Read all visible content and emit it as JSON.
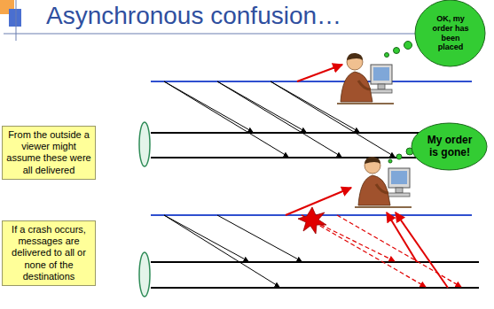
{
  "diagram": {
    "title": "Asynchronous confusion…",
    "nodes": [
      {
        "text": [
          "OK, my order has been placed"
        ]
      },
      {
        "text": [
          "From the outside a viewer might assume these were all delivered"
        ]
      },
      {
        "text": [
          "My order is gone!"
        ]
      },
      {
        "text": [
          "If a crash occurs, messages are delivered to all or none of the destinations"
        ]
      }
    ]
  }
}
